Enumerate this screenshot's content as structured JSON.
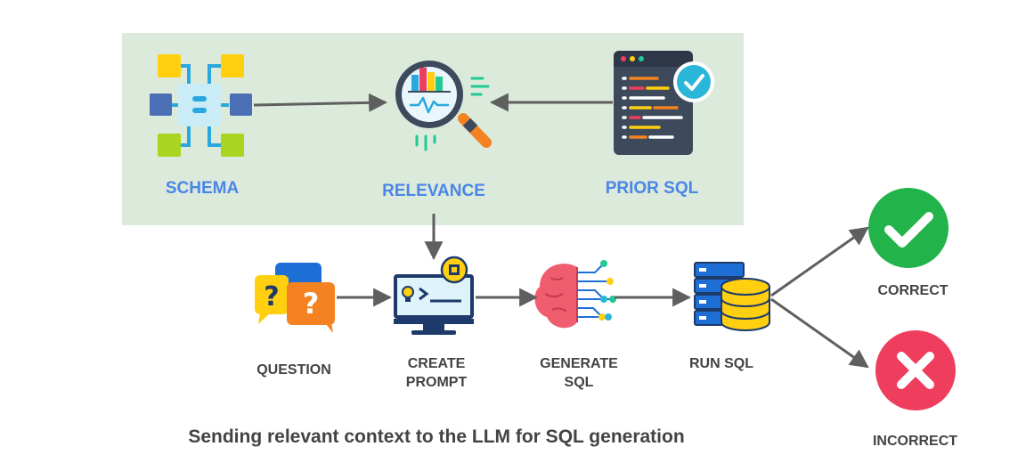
{
  "context": {
    "schema_label": "SCHEMA",
    "relevance_label": "RELEVANCE",
    "prior_sql_label": "PRIOR SQL"
  },
  "pipeline": {
    "question_label": "QUESTION",
    "create_prompt_label": "CREATE\nPROMPT",
    "generate_sql_label": "GENERATE\nSQL",
    "run_sql_label": "RUN SQL"
  },
  "outcomes": {
    "correct_label": "CORRECT",
    "incorrect_label": "INCORRECT"
  },
  "caption": "Sending relevant context to the LLM for SQL generation",
  "colors": {
    "panel": "#dbeadb",
    "label_blue": "#4a86e8",
    "label_gray": "#434343",
    "arrow": "#5f5f5f",
    "correct": "#22b34a",
    "incorrect": "#ef3e5d"
  }
}
